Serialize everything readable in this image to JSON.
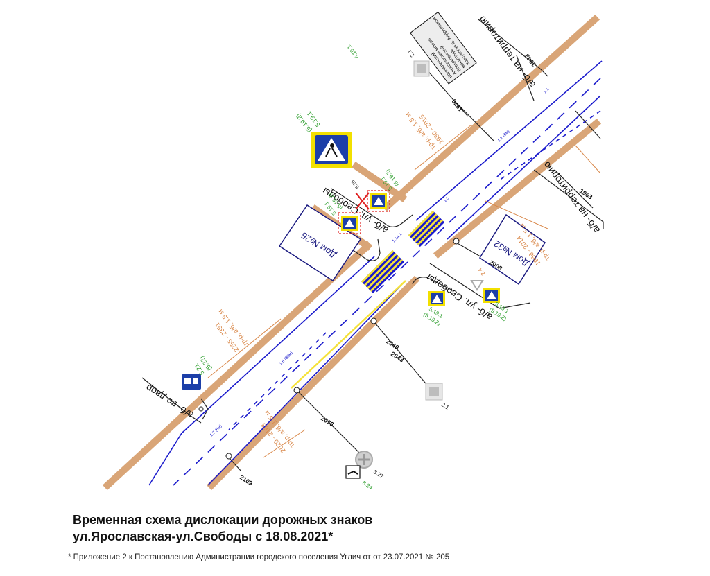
{
  "caption": {
    "title_line1": "Временная схема дислокации дорожных знаков",
    "title_line2": "ул.Ярославская-ул.Свободы с 18.08.2021*",
    "footnote": "* Приложение 2 к Постановлению Администрации городского поселения Углич от от 23.07.2021 № 205"
  },
  "buildings": {
    "house_25": "Дом №25",
    "house_32": "Дом №32"
  },
  "streets": {
    "svobody_left": "а/б- ул. Свободы",
    "svobody_right": "а/б- ул. Свободы",
    "driveway_yard": "а/б- во двор",
    "territory_top": "а/б- на территорию",
    "territory_right": "а/б- на территорию"
  },
  "chainage": {
    "c1943": "1943",
    "c1970": "1970",
    "c1963": "1963",
    "c2008": "2008",
    "c2040": "2040",
    "c2043": "2043",
    "c2076": "2076",
    "c2109": "2109"
  },
  "surface_notes": {
    "n1": "1930 - 2015",
    "n1b": "тр-р, а/б, 1,5 м",
    "n2": "1966 - 2014",
    "n2b": "тр-р, а/б, 1,5 м",
    "n3": "2255 - 2351",
    "n3b": "тр-р, а/б, 1,5 м",
    "n4": "2020 - 2163",
    "n4b": "тр-р, а/б, 1,5 м"
  },
  "sign_codes": {
    "s_5191_big": "5.19.1",
    "s_5192_big": "(5.19.2)",
    "s_5191_a": "5.19.1",
    "s_5192_a": "(5.19.2)",
    "s_5191_b": "5.19.1",
    "s_5192_b": "(5.19.2)",
    "s_5191_c": "5.19.1",
    "s_5192_c": "(5.19.2)",
    "s_5191_d": "5.19.1",
    "s_5192_d": "(5.19.2)",
    "s_521": "5.21",
    "s_522": "(5.22)",
    "s_21_top": "2.1",
    "s_21_bottom": "2.1",
    "s_24": "2.4",
    "s_327": "3.27",
    "s_824": "8.24",
    "s_6101": "6.10.1",
    "s_525": "5.25"
  },
  "direction_sign": {
    "lines": [
      "Богоявленский",
      "Алексеевский мон-рь",
      "Воскресенский",
      "монастырь",
      "Корсунская ц.",
      "Андреевская"
    ]
  },
  "marking_codes": {
    "m1": "1.1",
    "m2": "1.2 (6м)",
    "m3": "1.5",
    "m4": "1.6 (30м)",
    "m5": "1.14.1",
    "m6": "1.7 (6м)"
  },
  "colors": {
    "sidewalk": "#d9a577",
    "road_edge": "#1a1acc",
    "sign_blue": "#1c3fa8",
    "sign_yellow": "#f2e000",
    "sign_code_green": "#2e9e2e",
    "note_orange": "#d9884a",
    "crossing_yellow": "#f5e23a",
    "removed_red": "#e02020"
  }
}
